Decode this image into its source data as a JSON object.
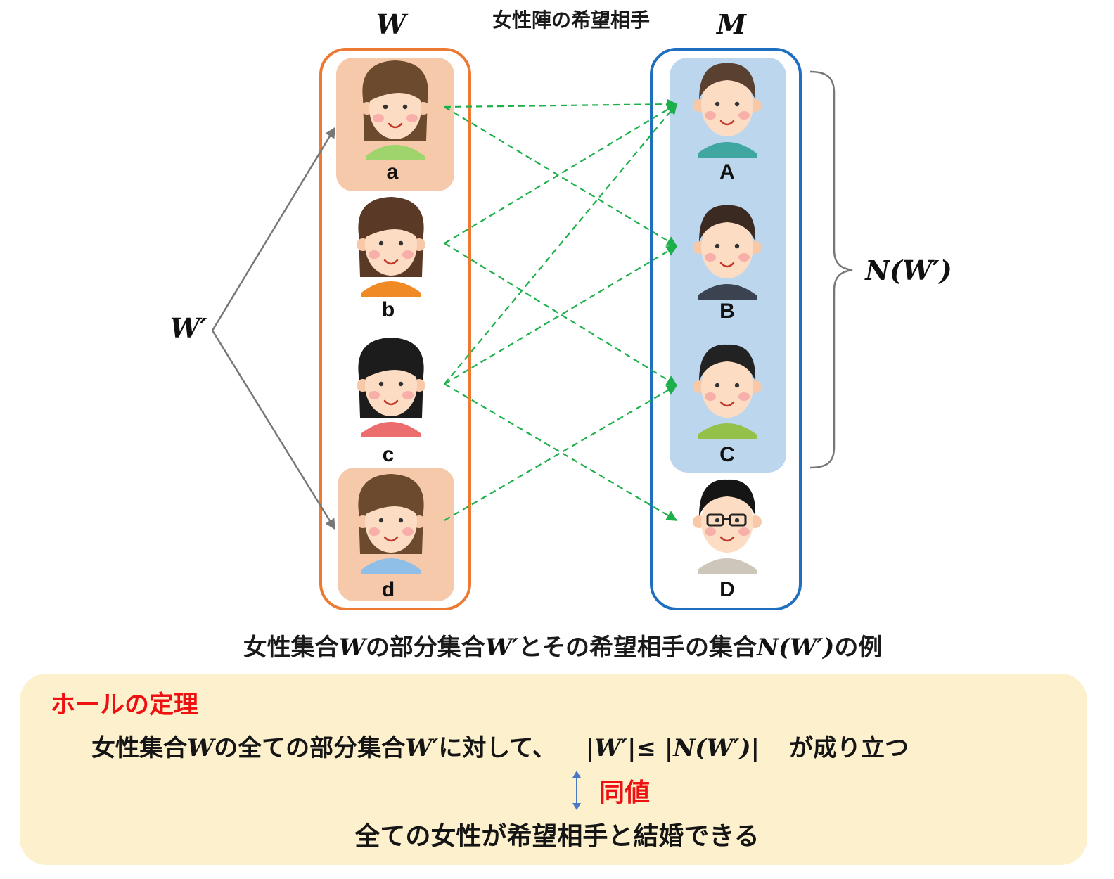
{
  "header": {
    "set_w": "W",
    "set_m": "M",
    "title": "女性陣の希望相手"
  },
  "women": [
    {
      "id": "a",
      "label": "a",
      "highlighted": true,
      "hair": "#6b4a2e",
      "shirt": "#9fd36b"
    },
    {
      "id": "b",
      "label": "b",
      "highlighted": false,
      "hair": "#5a3a26",
      "shirt": "#f08a24"
    },
    {
      "id": "c",
      "label": "c",
      "highlighted": false,
      "hair": "#1c1c1c",
      "shirt": "#ec6d6d"
    },
    {
      "id": "d",
      "label": "d",
      "highlighted": true,
      "hair": "#6b4a2e",
      "shirt": "#8fbfe6"
    }
  ],
  "men": [
    {
      "id": "A",
      "label": "A",
      "in_neighborhood": true,
      "hair": "#5a4030",
      "shirt": "#3fa7a0"
    },
    {
      "id": "B",
      "label": "B",
      "in_neighborhood": true,
      "hair": "#3a2a22",
      "shirt": "#3c4350"
    },
    {
      "id": "C",
      "label": "C",
      "in_neighborhood": true,
      "hair": "#222222",
      "shirt": "#93c14a"
    },
    {
      "id": "D",
      "label": "D",
      "in_neighborhood": false,
      "hair": "#151515",
      "shirt": "#cfc6bb"
    }
  ],
  "preferences": [
    {
      "from": "a",
      "to": "A"
    },
    {
      "from": "a",
      "to": "B"
    },
    {
      "from": "b",
      "to": "A"
    },
    {
      "from": "b",
      "to": "C"
    },
    {
      "from": "c",
      "to": "A"
    },
    {
      "from": "c",
      "to": "B"
    },
    {
      "from": "c",
      "to": "D"
    },
    {
      "from": "d",
      "to": "C"
    }
  ],
  "subset_label": "W′",
  "neighborhood_label": "N(W′)",
  "caption": {
    "part1": "女性集合",
    "w": "W",
    "part2": "の部分集合",
    "wp": "W′",
    "part3": "とその希望相手の集合",
    "nwp": "N(W′)",
    "part4": "の例"
  },
  "theorem": {
    "title": "ホールの定理",
    "line_part1": "女性集合",
    "line_w": "W",
    "line_part2": "の全ての部分集合",
    "line_wp": "W′",
    "line_part3": "に対して、",
    "line_ineq": "|W′|≤ |N(W′)|",
    "line_part4": "が成り立つ",
    "equivalence": "同値",
    "result": "全ての女性が希望相手と結婚できる"
  },
  "colors": {
    "w_border": "#ec7a33",
    "m_border": "#1f6fc0",
    "w_highlight": "#f6c9ab",
    "m_highlight": "#bcd6ee",
    "edge": "#1db04a",
    "theorem_bg": "#fdf0cc",
    "theorem_title": "#ee1111"
  }
}
